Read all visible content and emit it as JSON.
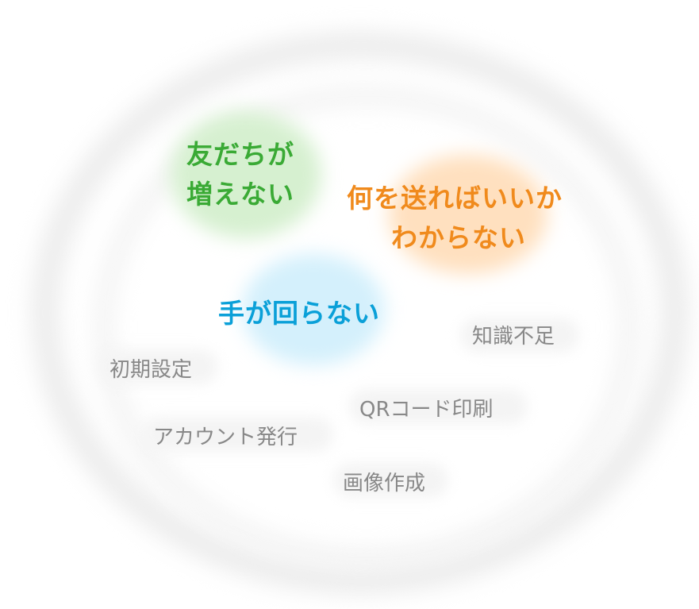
{
  "colors": {
    "green": "#3aaa35",
    "orange": "#f08a1c",
    "blue": "#0aa0d8",
    "grey": "#888888"
  },
  "problems": {
    "friends": [
      "友だちが",
      "増えない"
    ],
    "content": [
      "何を送ればいいか",
      "わからない"
    ],
    "hands": "手が回らない"
  },
  "causes": {
    "knowledge": "知識不足",
    "initial_setup": "初期設定",
    "qr_print": "QRコード印刷",
    "account": "アカウント発行",
    "image": "画像作成"
  }
}
